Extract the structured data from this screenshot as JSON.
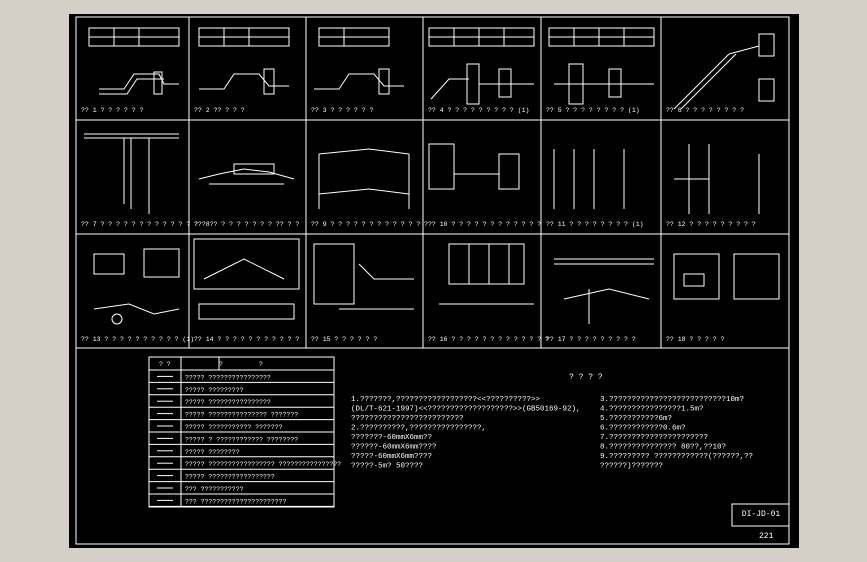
{
  "drawing": {
    "code": "DI-JD-01",
    "page_number": "221",
    "notes_title": "? ? ? ?",
    "panel_captions": [
      "?? 1  ? ? ? ? ? ?",
      "?? 2  ?? ? ? ?",
      "?? 3  ? ? ? ? ? ?",
      "?? 4  ? ? ? ? ? ? ? ? ?   (1)",
      "?? 5  ? ? ? ? ? ? ? ?   (1)",
      "?? 6  ? ? ? ? ? ? ? ?",
      "?? 7  ? ? ? ? ? ? ? ? ? ? ? ? ? ? ?",
      "?? 8  ? ? ? ? ? ? ? ?   ?? ? ?",
      "?? 9  ? ? ? ? ? ? ? ? ? ?   ? ? ?",
      "?? 10  ? ? ? ? ? ? ? ? ? ? ? ?",
      "?? 11  ? ? ? ? ? ? ? ?   (1)",
      "?? 12  ? ? ? ? ? ? ? ? ?",
      "?? 13  ? ? ? ? ? ? ? ? ? ?   (1)",
      "?? 14  ? ? ? ? ? ? ? ? ? ? ?",
      "?? 15  ? ? ? ? ? ?",
      "?? 16  ? ? ? ? ? ? ? ? ? ? ? ? ?",
      "?? 17  ? ? ? ? ? ? ? ? ?",
      "?? 18  ? ? ? ? ?"
    ],
    "legend": {
      "header": [
        "? ?",
        "?",
        "?"
      ],
      "rows": [
        "?????  ????????????????",
        "????? ?????????",
        "?????  ????????????????",
        "?????  ??????????????? ???????",
        "?????  ??????????? ???????",
        "?????  ? ???????????? ????????",
        "?????  ????????",
        "?????  ????????????????? ????????????????",
        "?????  ?????????????????",
        "??? ???????????",
        "??? ??????????????????????"
      ]
    },
    "notes_left": [
      "1.???????,??????????????????<<??????????>>",
      "  (DL/T-621-1997)<<???????????????????>>(GB50169-92),",
      "  ?????????????????????????",
      "2.??????????,????????????????,",
      "  ???????-60mmX6mm??",
      "  ??????-60mmX6mm????",
      "  ?????-60mmX6mm????",
      "  ?????-5m?  50????"
    ],
    "notes_right": [
      "3.??????????????????????????10m?",
      "4.????????????????1.5m?",
      "5.???????????6m?",
      "6.????????????0.6m?",
      "7.??????????????????????",
      "8.??????????????? 80??,??10?",
      "9.????????? ????????????(??????,??",
      "  ??????)???????"
    ]
  }
}
